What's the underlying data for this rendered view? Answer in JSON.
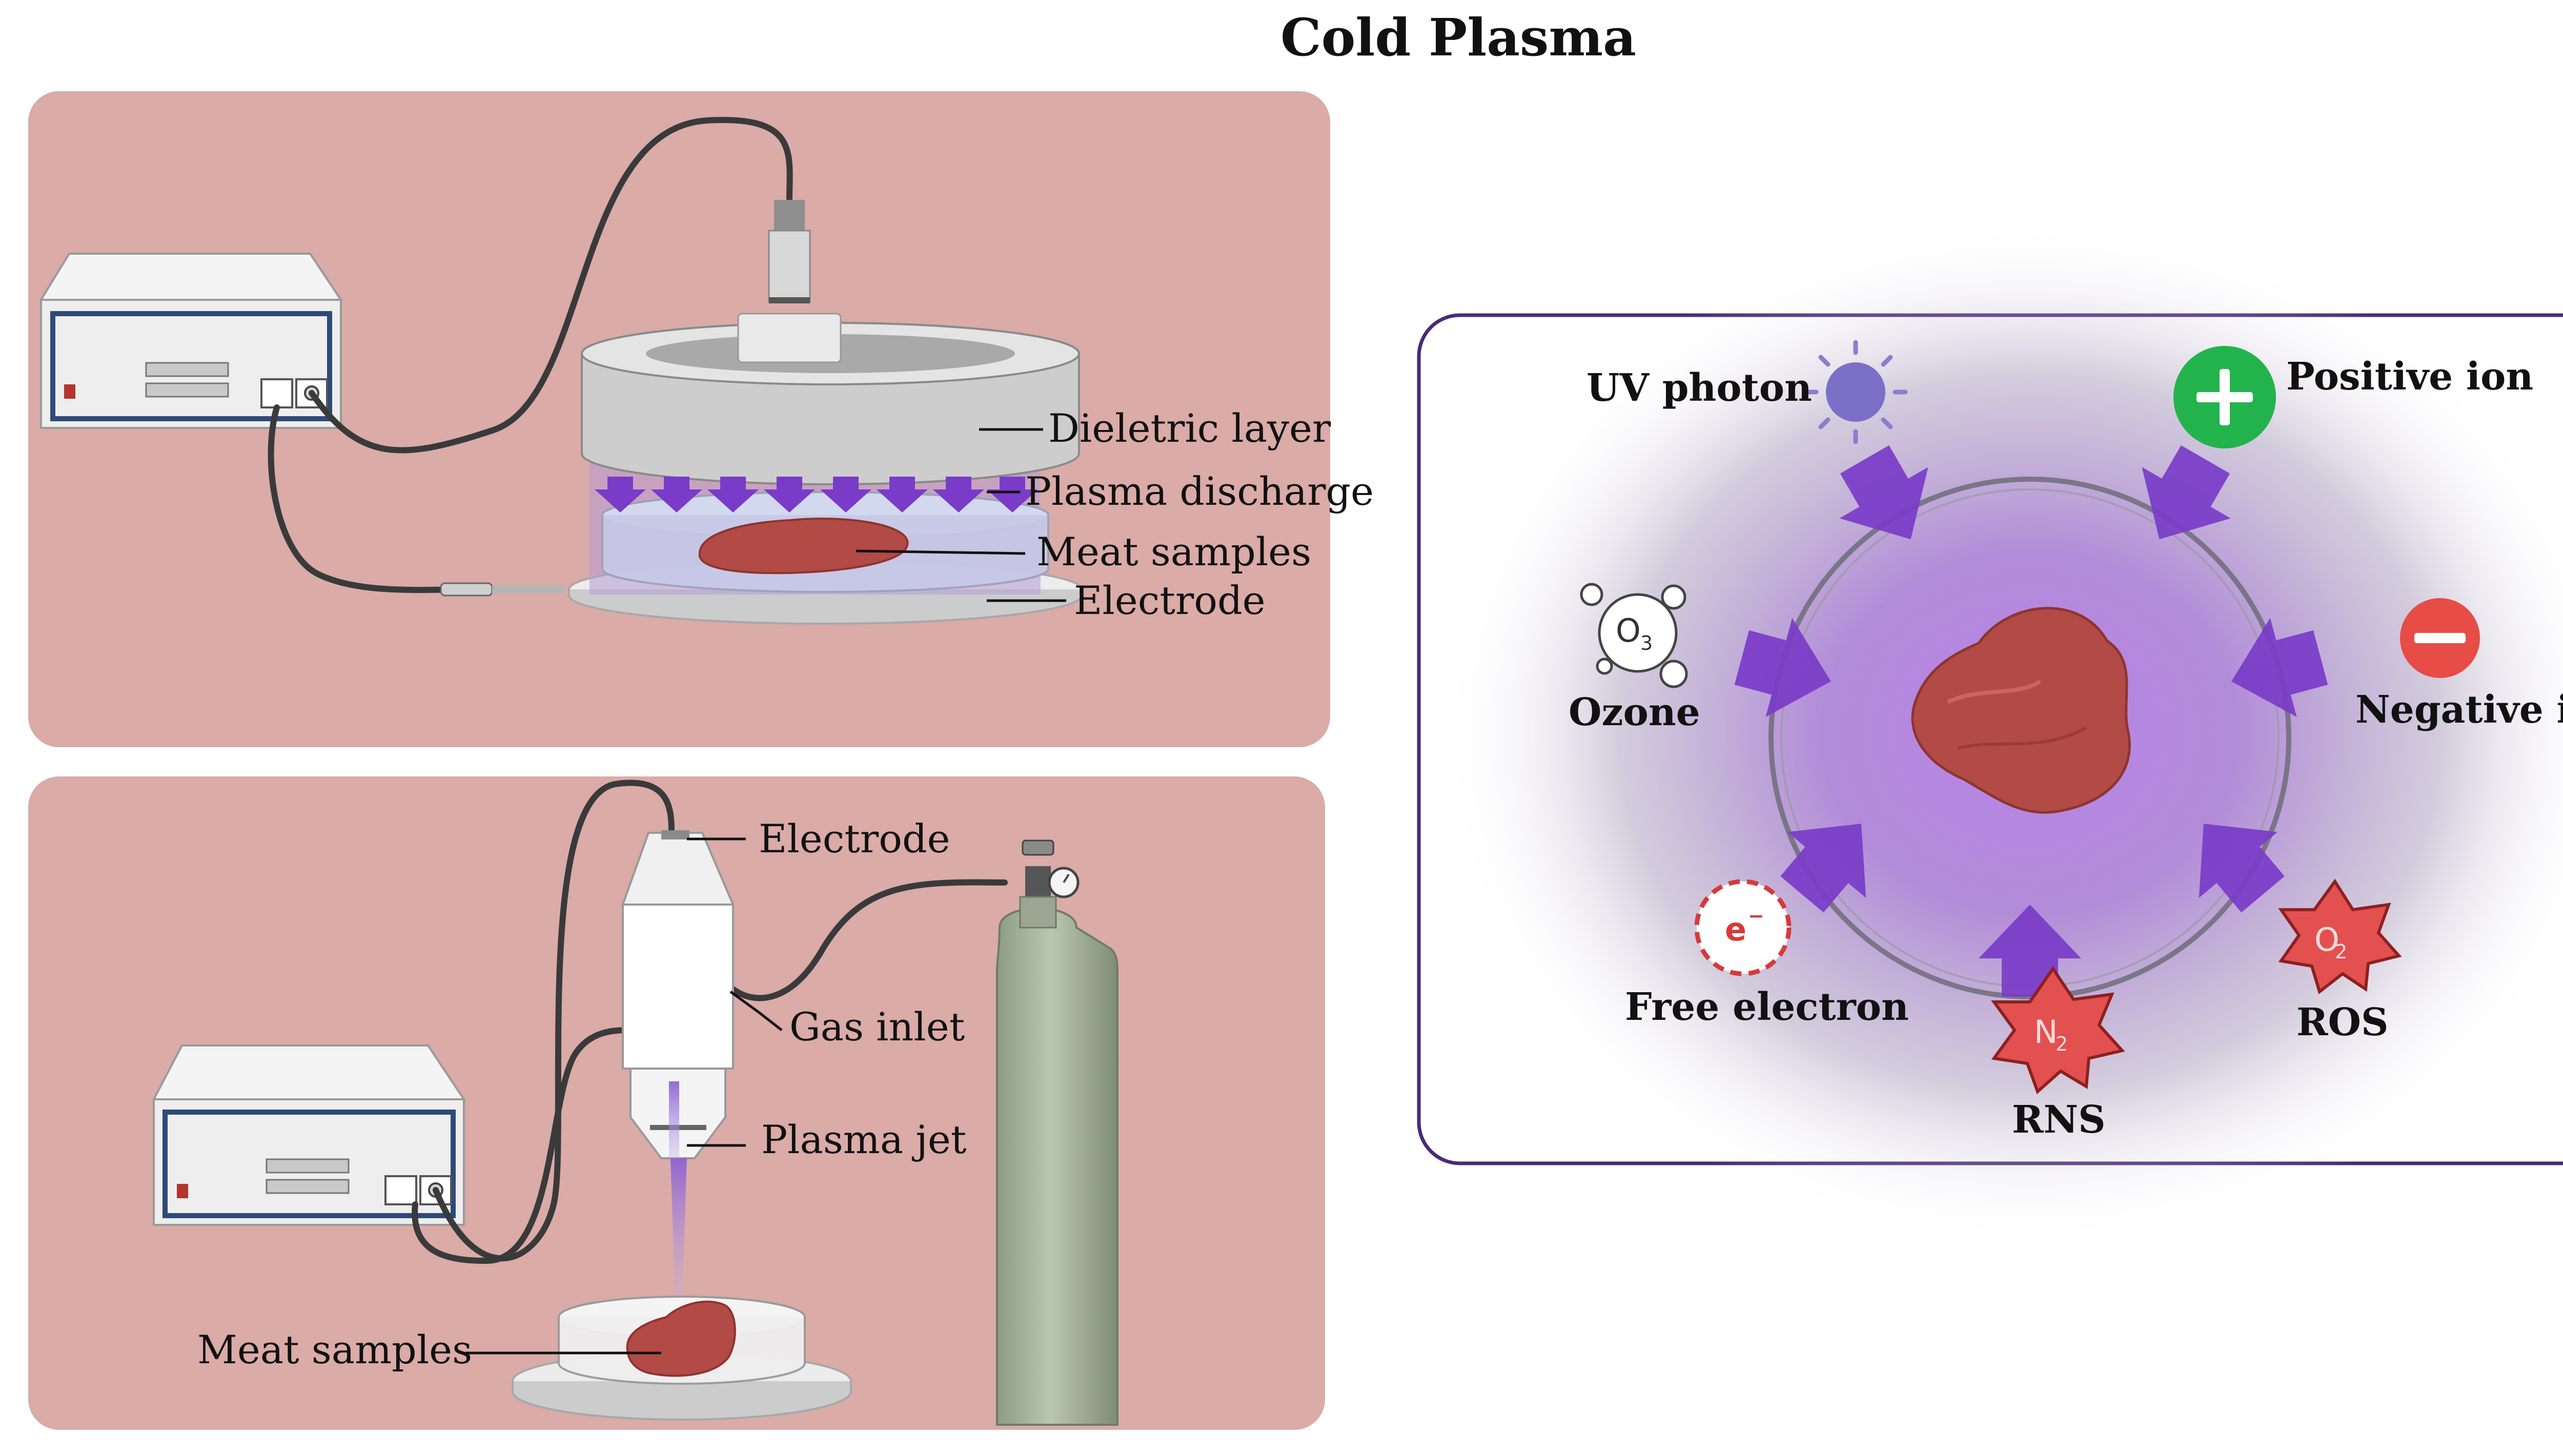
{
  "title": "Cold Plasma",
  "dbd_panel": {
    "labels": {
      "dielectric_layer": "Dieletric layer",
      "plasma_discharge": "Plasma discharge",
      "meat_samples": "Meat samples",
      "electrode": "Electrode"
    }
  },
  "jet_panel": {
    "labels": {
      "electrode": "Electrode",
      "gas_inlet": "Gas inlet",
      "plasma_jet": "Plasma jet",
      "meat_samples": "Meat samples"
    }
  },
  "species_panel": {
    "labels": {
      "uv_photon": "UV photon",
      "positive_ion": "Positive ion",
      "ozone": "Ozone",
      "negative_ion": "Negative ion",
      "free_electron": "Free electron",
      "rns": "RNS",
      "ros": "ROS"
    },
    "symbols": {
      "ozone_main": "O",
      "ozone_sub": "3",
      "electron_main": "e",
      "electron_sup": "−",
      "n2_main": "N",
      "n2_sub": "2",
      "o2_main": "O",
      "o2_sub": "2"
    }
  },
  "colors": {
    "panel_pink": "#daaba7",
    "plasma_purple": "#8a4bd0",
    "arrow_purple": "#7a3bc8",
    "meat_red": "#b24a45",
    "positive_green": "#22b34c",
    "negative_red": "#e74c47",
    "frame_purple": "#4a2a78",
    "cylinder_green": "#a6b49c"
  }
}
